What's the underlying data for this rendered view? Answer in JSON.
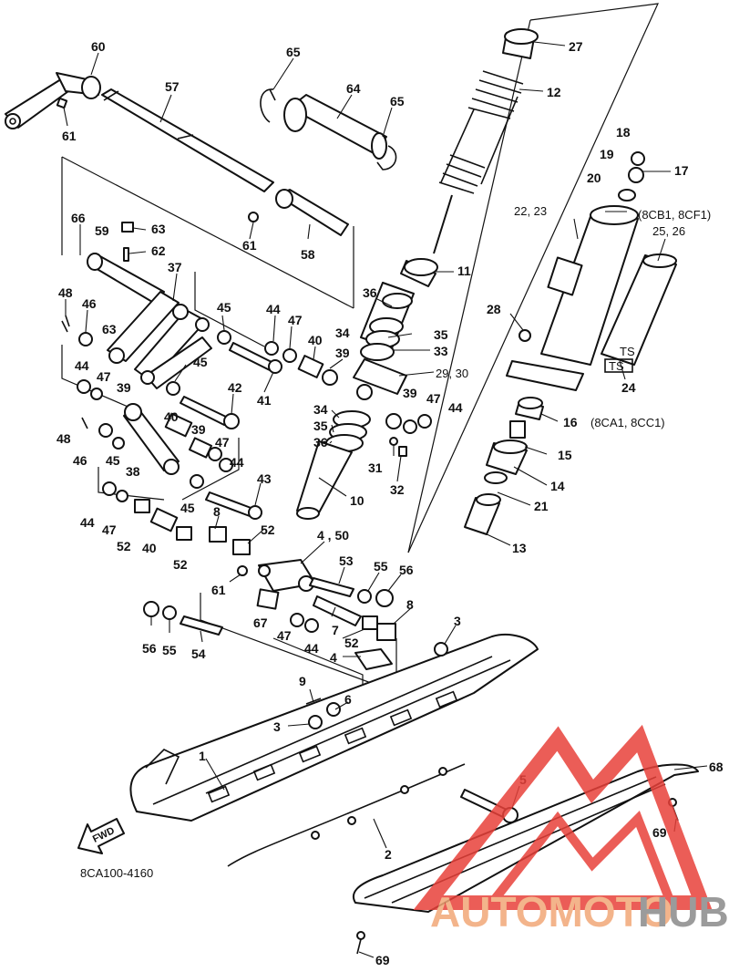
{
  "diagram_code": "8CA100-4160",
  "direction_label": "FWD",
  "watermark": {
    "part1": "AUTOMOTO",
    "part2": "HUB",
    "accent": "#e8413a",
    "accent_light": "#f2a877",
    "gray": "#8a8a8a"
  },
  "labels": {
    "l60": "60",
    "l57": "57",
    "l65a": "65",
    "l64": "64",
    "l65b": "65",
    "l27": "27",
    "l12": "12",
    "l61a": "61",
    "l18": "18",
    "l19": "19",
    "l17": "17",
    "l20": "20",
    "l2223": "22, 23",
    "l8cb1": "(8CB1, 8CF1)",
    "l2526": "25, 26",
    "l66": "66",
    "l59": "59",
    "l63a": "63",
    "l62": "62",
    "l61b": "61",
    "l58": "58",
    "l11": "11",
    "l37": "37",
    "l48a": "48",
    "l46a": "46",
    "l63b": "63",
    "l45a": "45",
    "l44a": "44",
    "l47a": "47",
    "l36a": "36",
    "l28": "28",
    "l34a": "34",
    "l35a": "35",
    "l40a": "40",
    "l33": "33",
    "l39a": "39",
    "l44b": "44",
    "l47b": "47",
    "l39b": "39",
    "l45b": "45",
    "l41": "41",
    "l2930": "29, 30",
    "l42": "42",
    "l39c": "39",
    "l47c": "47",
    "l44c": "44",
    "l24": "24",
    "l8ca1": "(8CA1, 8CC1)",
    "l34b": "34",
    "l16": "16",
    "l35b": "35",
    "l48b": "48",
    "l40b": "40",
    "l39d": "39",
    "l36b": "36",
    "l47d": "47",
    "l46b": "46",
    "l45c": "45",
    "l15": "15",
    "l31": "31",
    "l32": "32",
    "l38": "38",
    "l44d": "44",
    "l14": "14",
    "l43": "43",
    "l10": "10",
    "l45d": "45",
    "l21": "21",
    "l44e": "44",
    "l47e": "47",
    "l8a": "8",
    "l52a": "52",
    "l40c": "40",
    "l52b": "52",
    "l450": "4 , 50",
    "l13": "13",
    "l52c": "52",
    "l53": "53",
    "l55a": "55",
    "l56a": "56",
    "l61c": "61",
    "l67": "67",
    "l8b": "8",
    "l3a": "3",
    "l56b": "56",
    "l55b": "55",
    "l54": "54",
    "l47f": "47",
    "l44f": "44",
    "l7": "7",
    "l52d": "52",
    "l4": "4",
    "l9": "9",
    "l6": "6",
    "l3b": "3",
    "l1": "1",
    "l5": "5",
    "l68": "68",
    "l69a": "69",
    "l2": "2",
    "l69b": "69"
  }
}
